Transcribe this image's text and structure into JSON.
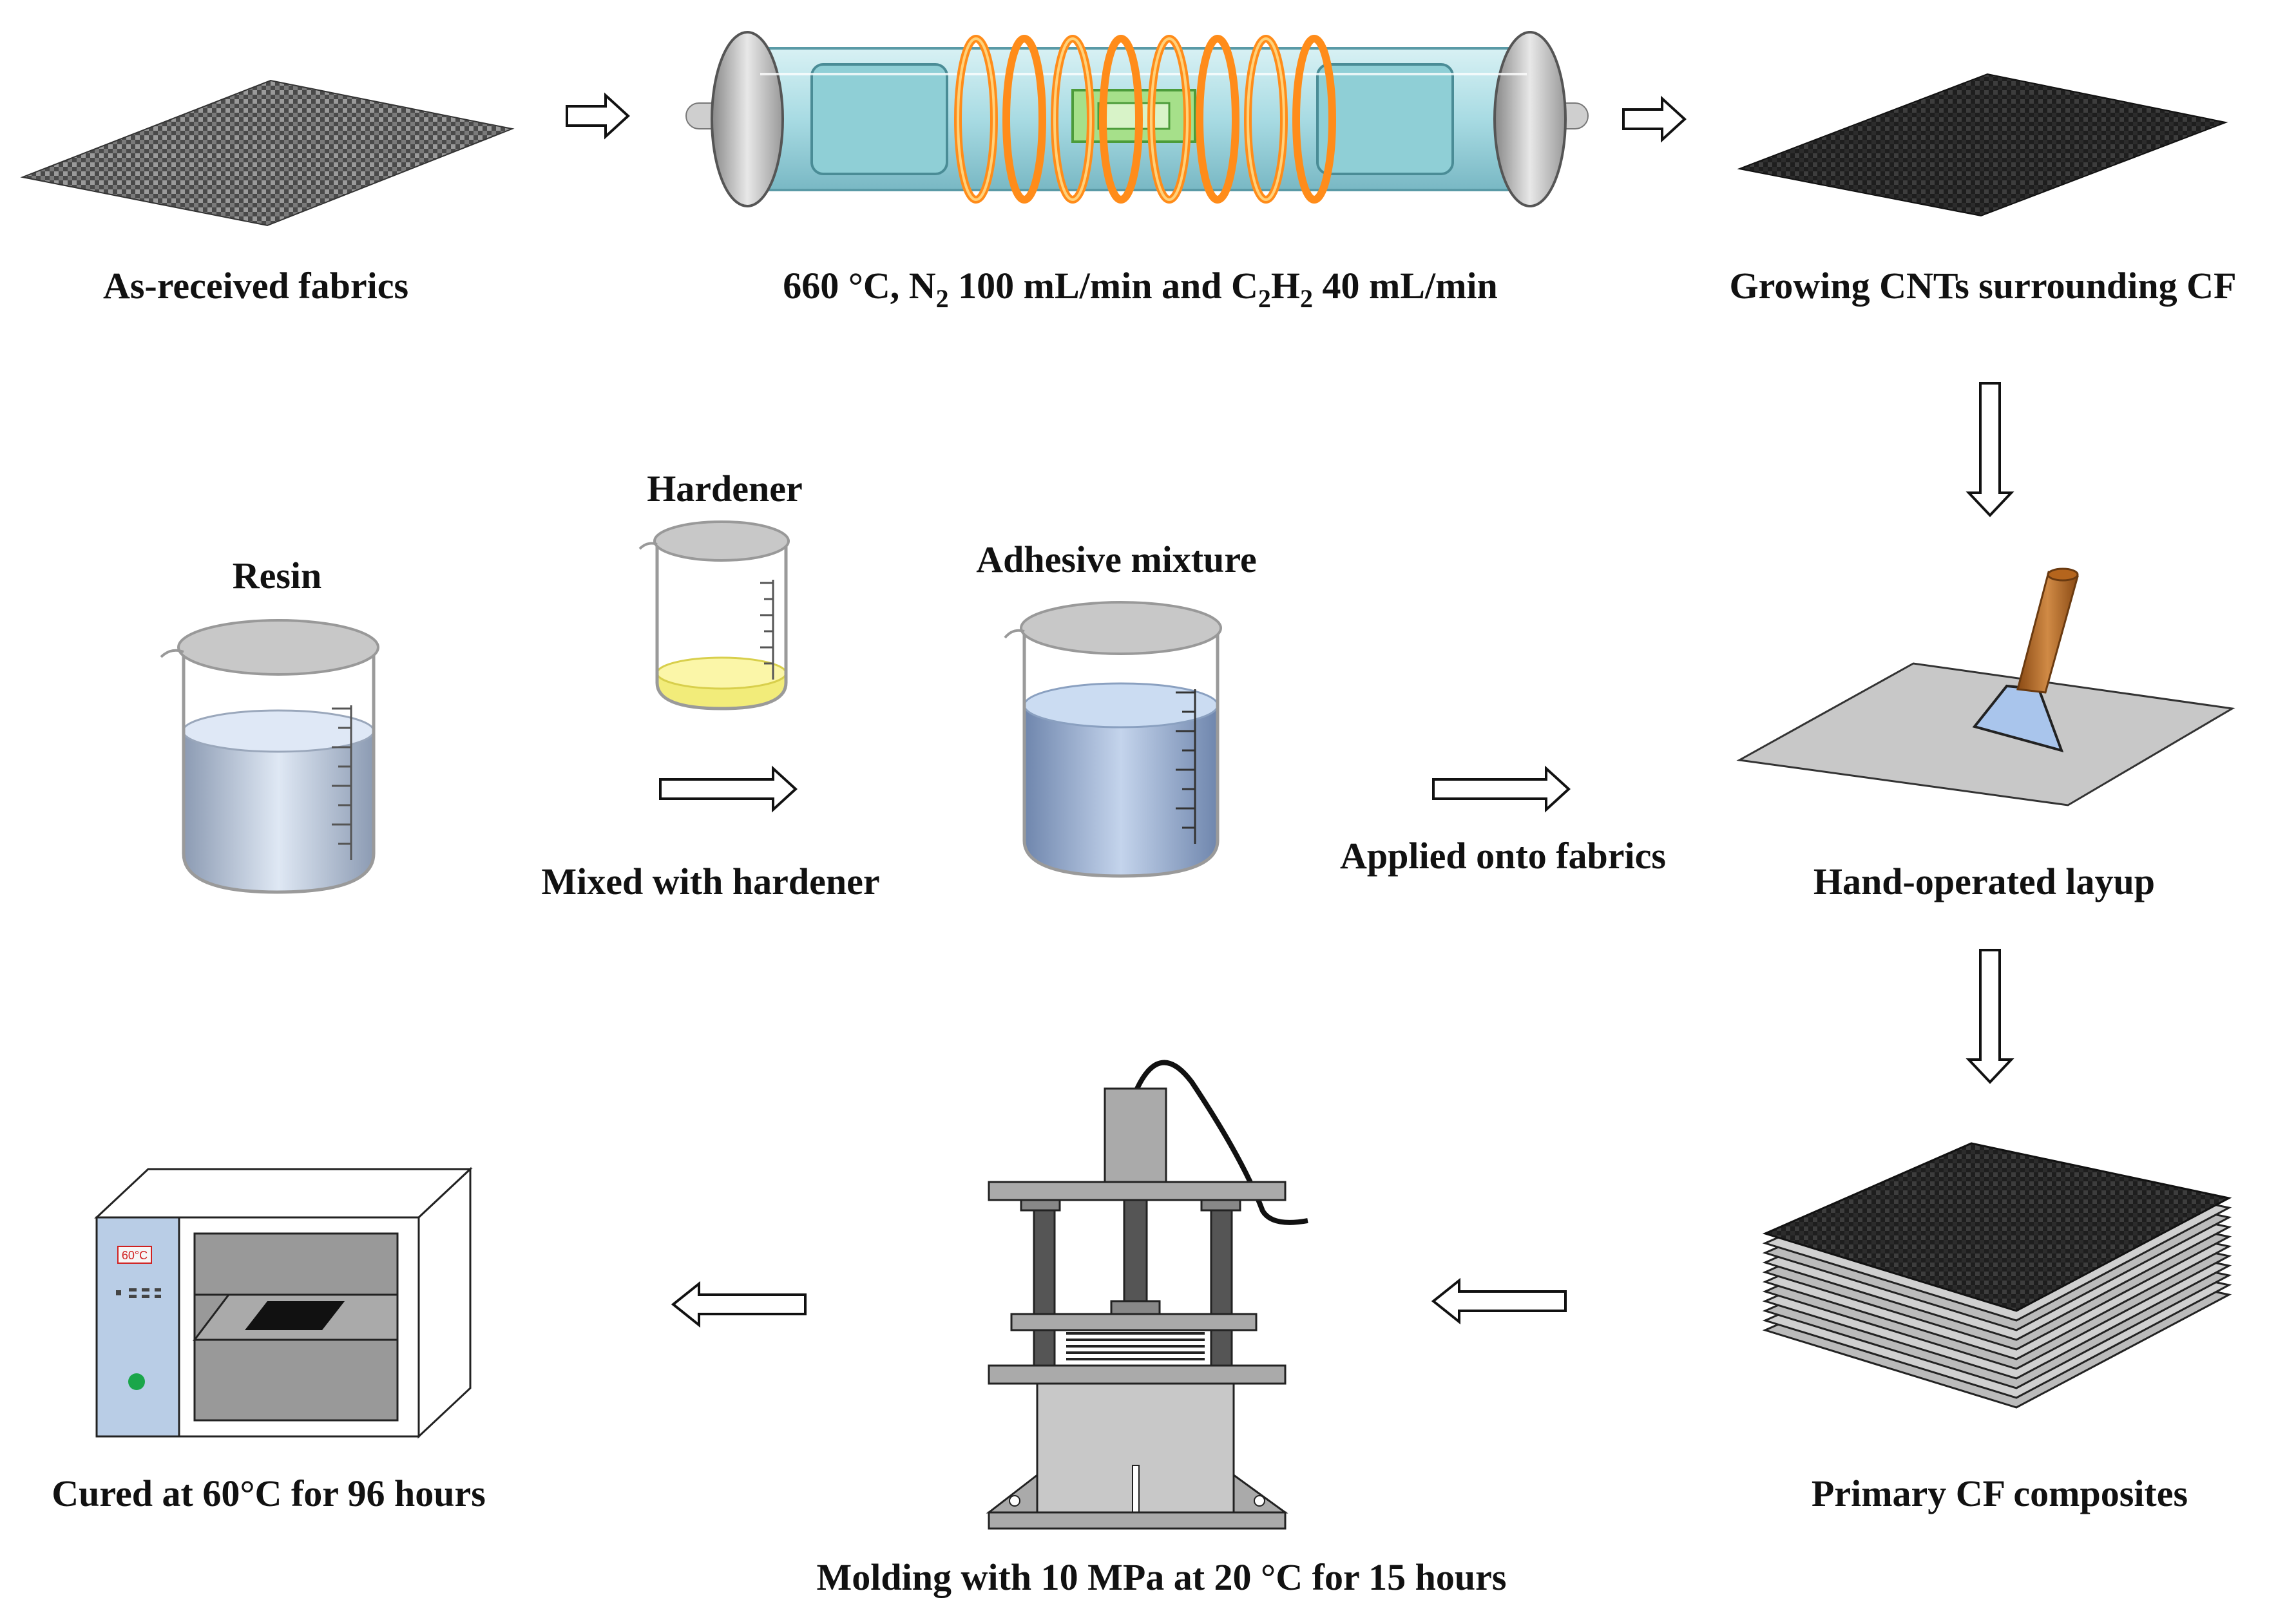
{
  "labels": {
    "as_received": "As-received fabrics",
    "cvd_part1": "660 °C, N",
    "cvd_n_sub": "2",
    "cvd_part2": " 100 mL/min and C",
    "cvd_c_sub": "2",
    "cvd_part3": "H",
    "cvd_h_sub": "2",
    "cvd_part4": " 40 mL/min",
    "growing": "Growing CNTs surrounding CF",
    "resin": "Resin",
    "hardener": "Hardener",
    "adhesive": "Adhesive mixture",
    "mixed": "Mixed with hardener",
    "applied": "Applied onto fabrics",
    "layup": "Hand-operated layup",
    "primary": "Primary CF composites",
    "molding": "Molding with 10 MPa at 20 °C for 15 hours",
    "cured": "Cured at 60°C for 96 hours"
  },
  "oven": {
    "display": "60°C"
  },
  "colors": {
    "furnace_glow": "#ff8c1a",
    "tube_glass": "#b8e4ea",
    "hardener_liquid": "#f5f08a",
    "resin_liquid": "#c9d8ee",
    "adhesive_liquid": "#8fa9cf",
    "oven_panel": "#b9cde6",
    "oven_led": "#1aa64a",
    "spatula_handle": "#b5651d",
    "spatula_blade": "#a9c5ec"
  }
}
